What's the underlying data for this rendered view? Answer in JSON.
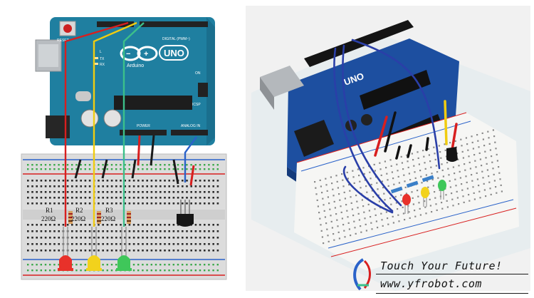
{
  "board_labels": {
    "reset": "RESET",
    "uno": "UNO",
    "brand": "Arduino",
    "icsp": "ICSP",
    "tx": "TX",
    "rx": "RX",
    "l": "L",
    "on": "ON",
    "digital": "DIGITAL (PWM~)",
    "power": "POWER",
    "analog": "ANALOG IN"
  },
  "resistors": [
    {
      "name": "R1",
      "value": "220Ω"
    },
    {
      "name": "R2",
      "value": "220Ω"
    },
    {
      "name": "R3",
      "value": "220Ω"
    }
  ],
  "leds": [
    {
      "color": "#e8312a"
    },
    {
      "color": "#f2d21c"
    },
    {
      "color": "#3fc75a"
    }
  ],
  "wire_colors": {
    "red": "#d81f1f",
    "yellow": "#f0cc10",
    "green": "#3cc08a",
    "blue": "#2a62c9",
    "black": "#1a1a1a"
  },
  "board_color": "#1f7fa0",
  "photo_board_color": "#1d4fa0",
  "footer": {
    "slogan": "Touch Your Future!",
    "url": "www.yfrobot.com"
  }
}
